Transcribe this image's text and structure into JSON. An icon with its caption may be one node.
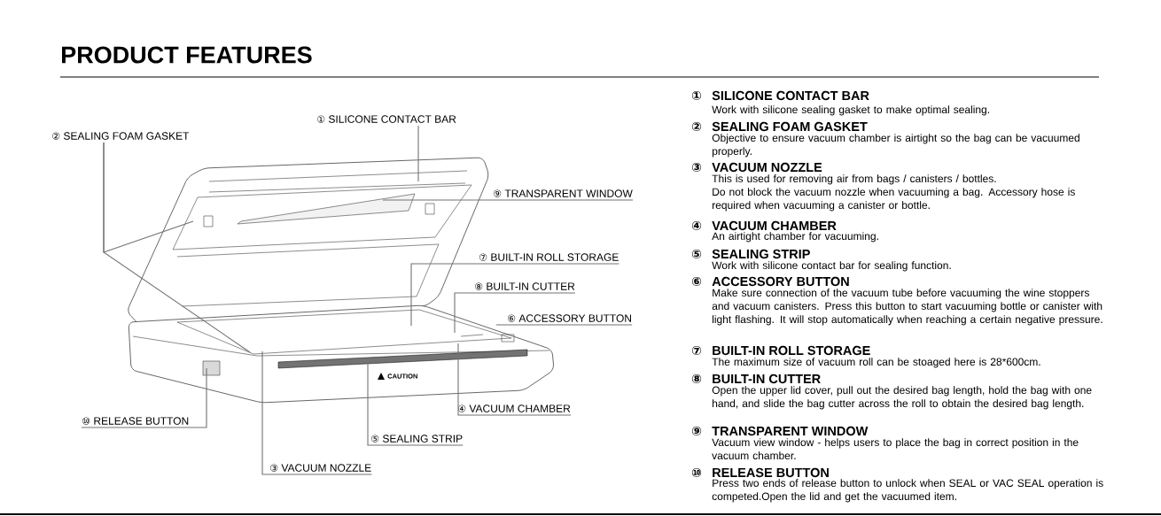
{
  "diagram": {
    "title": "PRODUCT FEATURES",
    "nodes": [
      {
        "text": [
          "①",
          "SILICONE CONTACT BAR"
        ]
      },
      {
        "text": [
          "②",
          "SEALING FOAM GASKET"
        ]
      },
      {
        "text": [
          "⑨",
          "TRANSPARENT WINDOW"
        ]
      },
      {
        "text": [
          "⑦",
          "BUILT-IN ROLL STORAGE"
        ]
      },
      {
        "text": [
          "⑧",
          "BUILT-IN CUTTER"
        ]
      },
      {
        "text": [
          "⑥",
          "ACCESSORY BUTTON"
        ]
      },
      {
        "text": [
          "⑩",
          "RELEASE BUTTON"
        ]
      },
      {
        "text": [
          "④",
          "VACUUM CHAMBER"
        ]
      },
      {
        "text": [
          "⑤",
          "SEALING STRIP"
        ]
      },
      {
        "text": [
          "③",
          "VACUUM NOZZLE"
        ]
      }
    ],
    "edges": [
      {
        "from": 0,
        "to": null,
        "arrow": "none"
      },
      {
        "from": 1,
        "to": null,
        "arrow": "none"
      },
      {
        "from": 1,
        "to": null,
        "arrow": "none"
      },
      {
        "from": 2,
        "to": null,
        "arrow": "none"
      },
      {
        "from": 3,
        "to": null,
        "arrow": "none"
      },
      {
        "from": 4,
        "to": null,
        "arrow": "none"
      },
      {
        "from": 5,
        "to": null,
        "arrow": "none"
      },
      {
        "from": 6,
        "to": null,
        "arrow": "none"
      },
      {
        "from": 7,
        "to": null,
        "arrow": "none"
      },
      {
        "from": 8,
        "to": null,
        "arrow": "none"
      },
      {
        "from": 9,
        "to": null,
        "arrow": "none"
      }
    ],
    "labels": [
      "①",
      "SILICONE CONTACT BAR",
      "Work with silicone sealing gasket to make optimal sealing.",
      "②",
      "SEALING FOAM GASKET",
      "Objective to ensure vacuum chamber is airtight so the bag can be vacuumed properly.",
      "③",
      "VACUUM NOZZLE",
      "This is used for removing air from bags / canisters / bottles.",
      "Do not block the vacuum nozzle when vacuuming a bag. Accessory hose is required when vacuuming a canister or bottle.",
      "④",
      "VACUUM CHAMBER",
      "An airtight chamber for vacuuming.",
      "⑤",
      "SEALING STRIP",
      "Work with silicone contact bar for sealing function.",
      "⑥",
      "ACCESSORY BUTTON",
      "Make sure connection of the vacuum tube before vacuuming the wine stoppers and vacuum canisters. Press this button to start vacuuming bottle or canister with light flashing. It will stop automatically when reaching a certain negative pressure.",
      "⑦",
      "BUILT-IN ROLL STORAGE",
      "The maximum size of vacuum roll can be stoaged here is 28*600cm.",
      "⑧",
      "BUILT-IN CUTTER",
      "Open the upper lid cover, pull out the desired bag length, hold the bag with one hand, and slide the bag cutter across the roll to obtain the desired bag length.",
      "⑨",
      "TRANSPARENT WINDOW",
      "Vacuum view window - helps users to place the bag in correct position in the vacuum chamber.",
      "⑩",
      "RELEASE BUTTON",
      "Press two ends of release button to unlock when SEAL or VAC SEAL operation is competed.Open the lid and get the vacuumed item.",
      "CAUTION"
    ]
  }
}
